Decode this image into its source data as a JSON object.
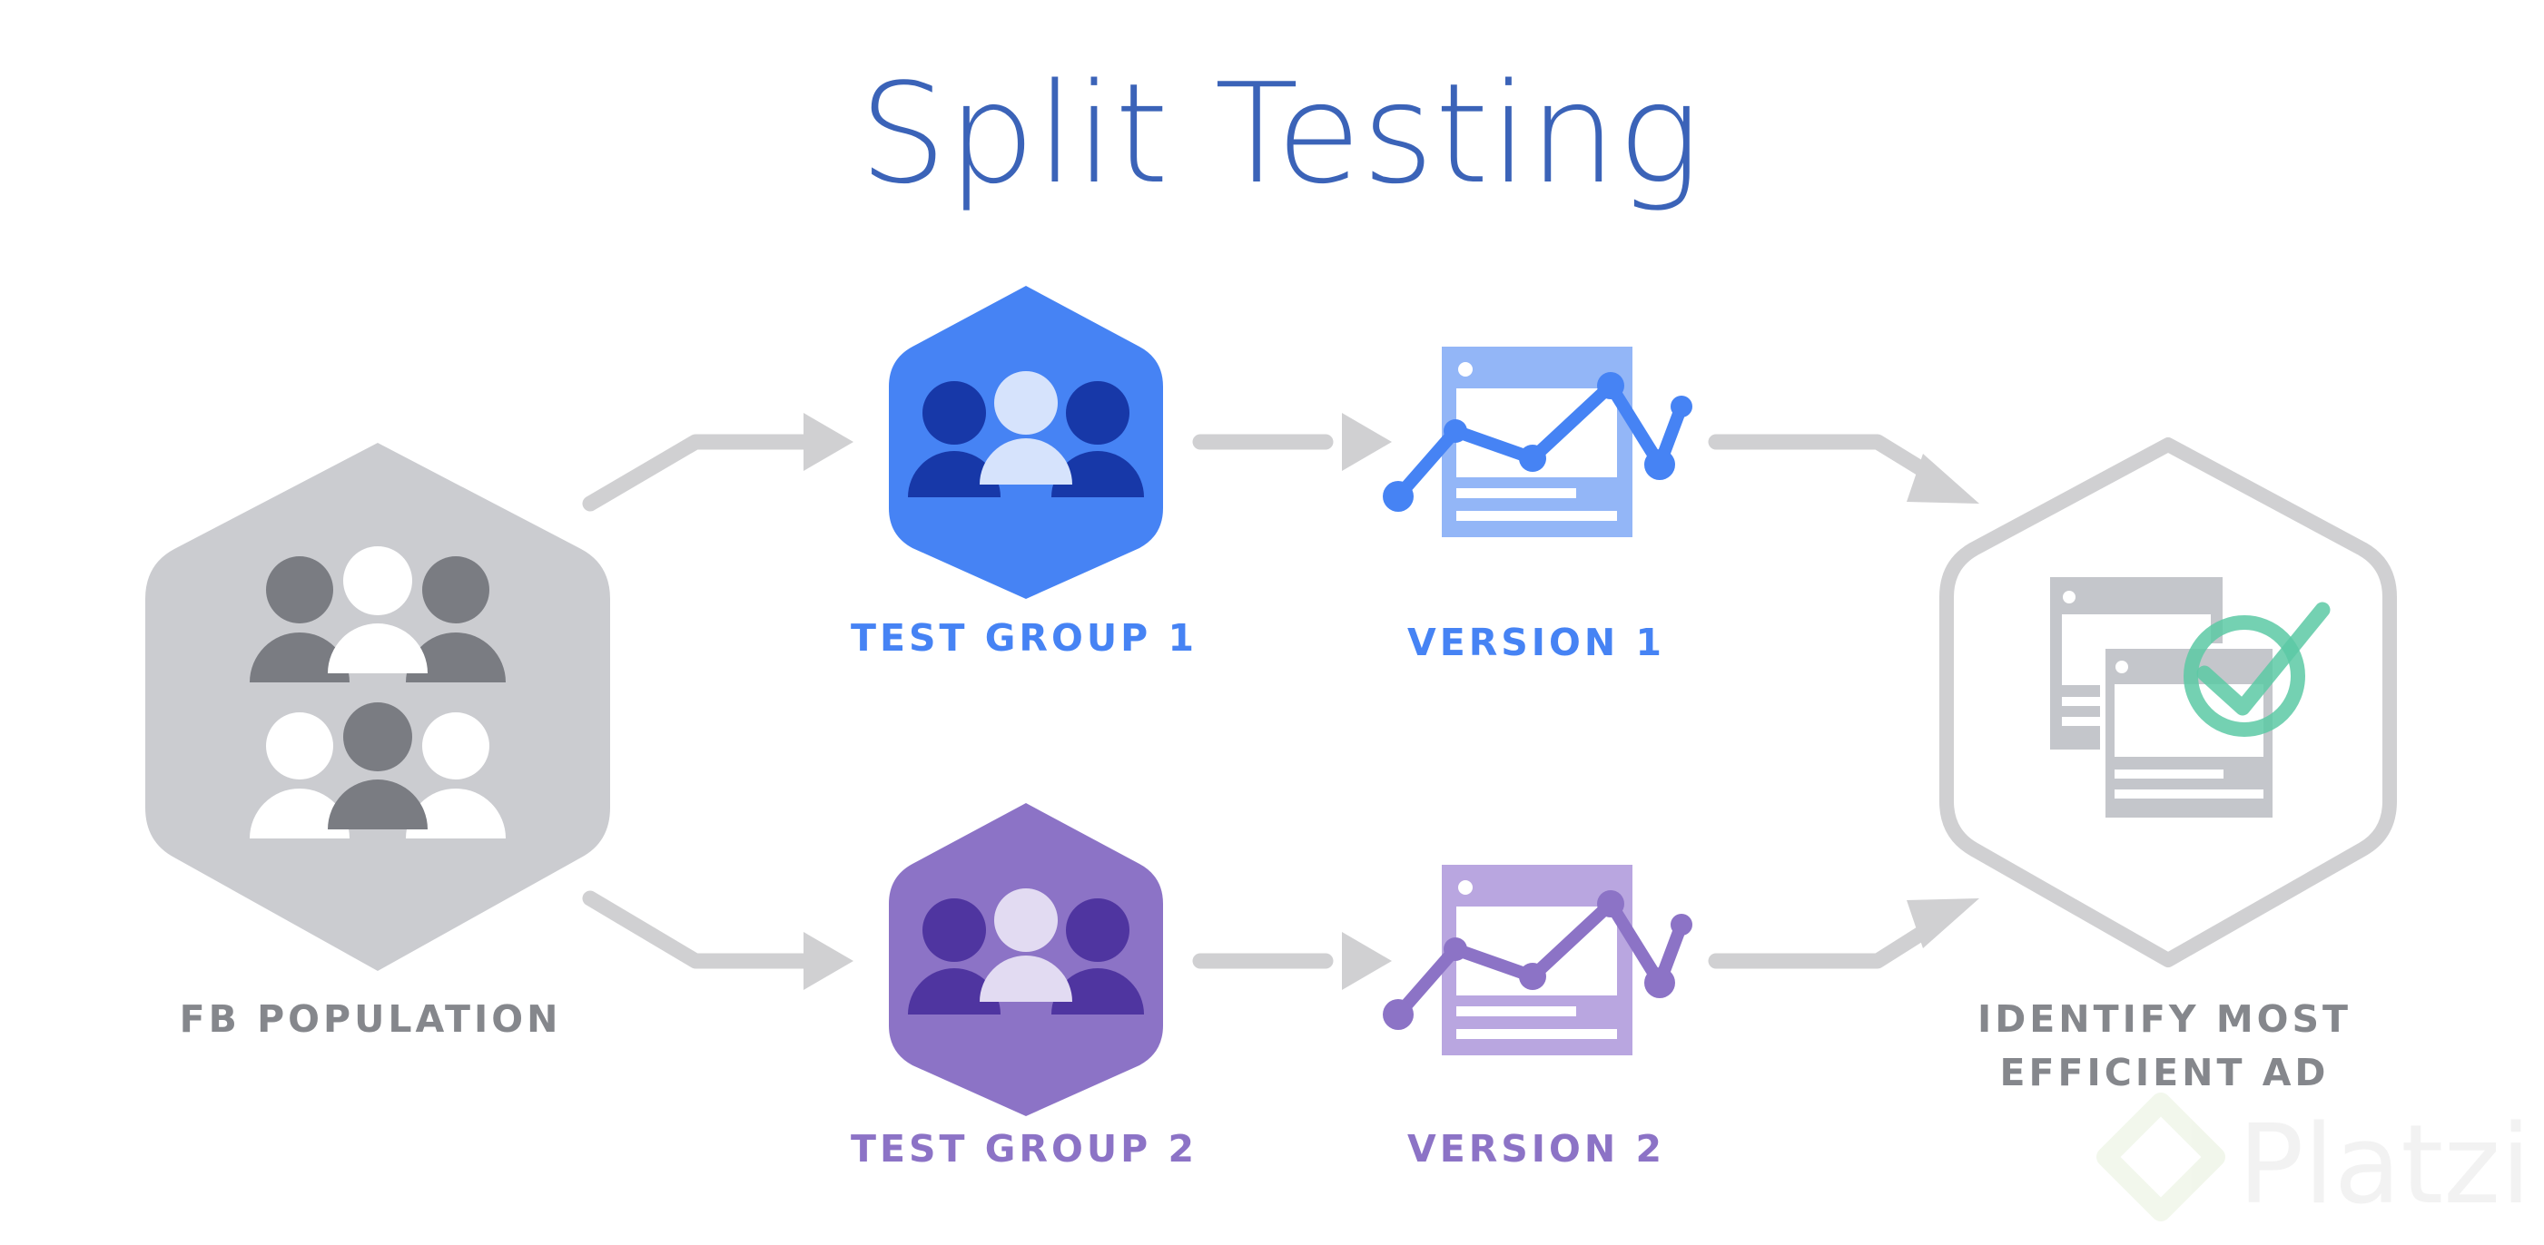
{
  "title": "Split Testing",
  "labels": {
    "population": "FB POPULATION",
    "test_group_1": "TEST GROUP 1",
    "test_group_2": "TEST GROUP 2",
    "version_1": "VERSION 1",
    "version_2": "VERSION 2",
    "result_line_1": "IDENTIFY MOST",
    "result_line_2": "EFFICIENT AD"
  },
  "watermark": "Platzi",
  "colors": {
    "title": "#3b63b8",
    "blue": "#4683f4",
    "blue_dark": "#1738a8",
    "blue_light": "#93b6f7",
    "purple": "#8c73c6",
    "purple_dark": "#4f35a0",
    "purple_light": "#b9a6e0",
    "gray": "#cbccd0",
    "gray_dark": "#7a7c82",
    "arrow": "#d0d0d2",
    "label_gray": "#85878c",
    "check": "#5cc9a4"
  },
  "icons": [
    "people-group-icon",
    "chart-card-icon",
    "ad-windows-icon",
    "checkmark-icon",
    "arrow-icon",
    "platzi-logo-icon"
  ]
}
